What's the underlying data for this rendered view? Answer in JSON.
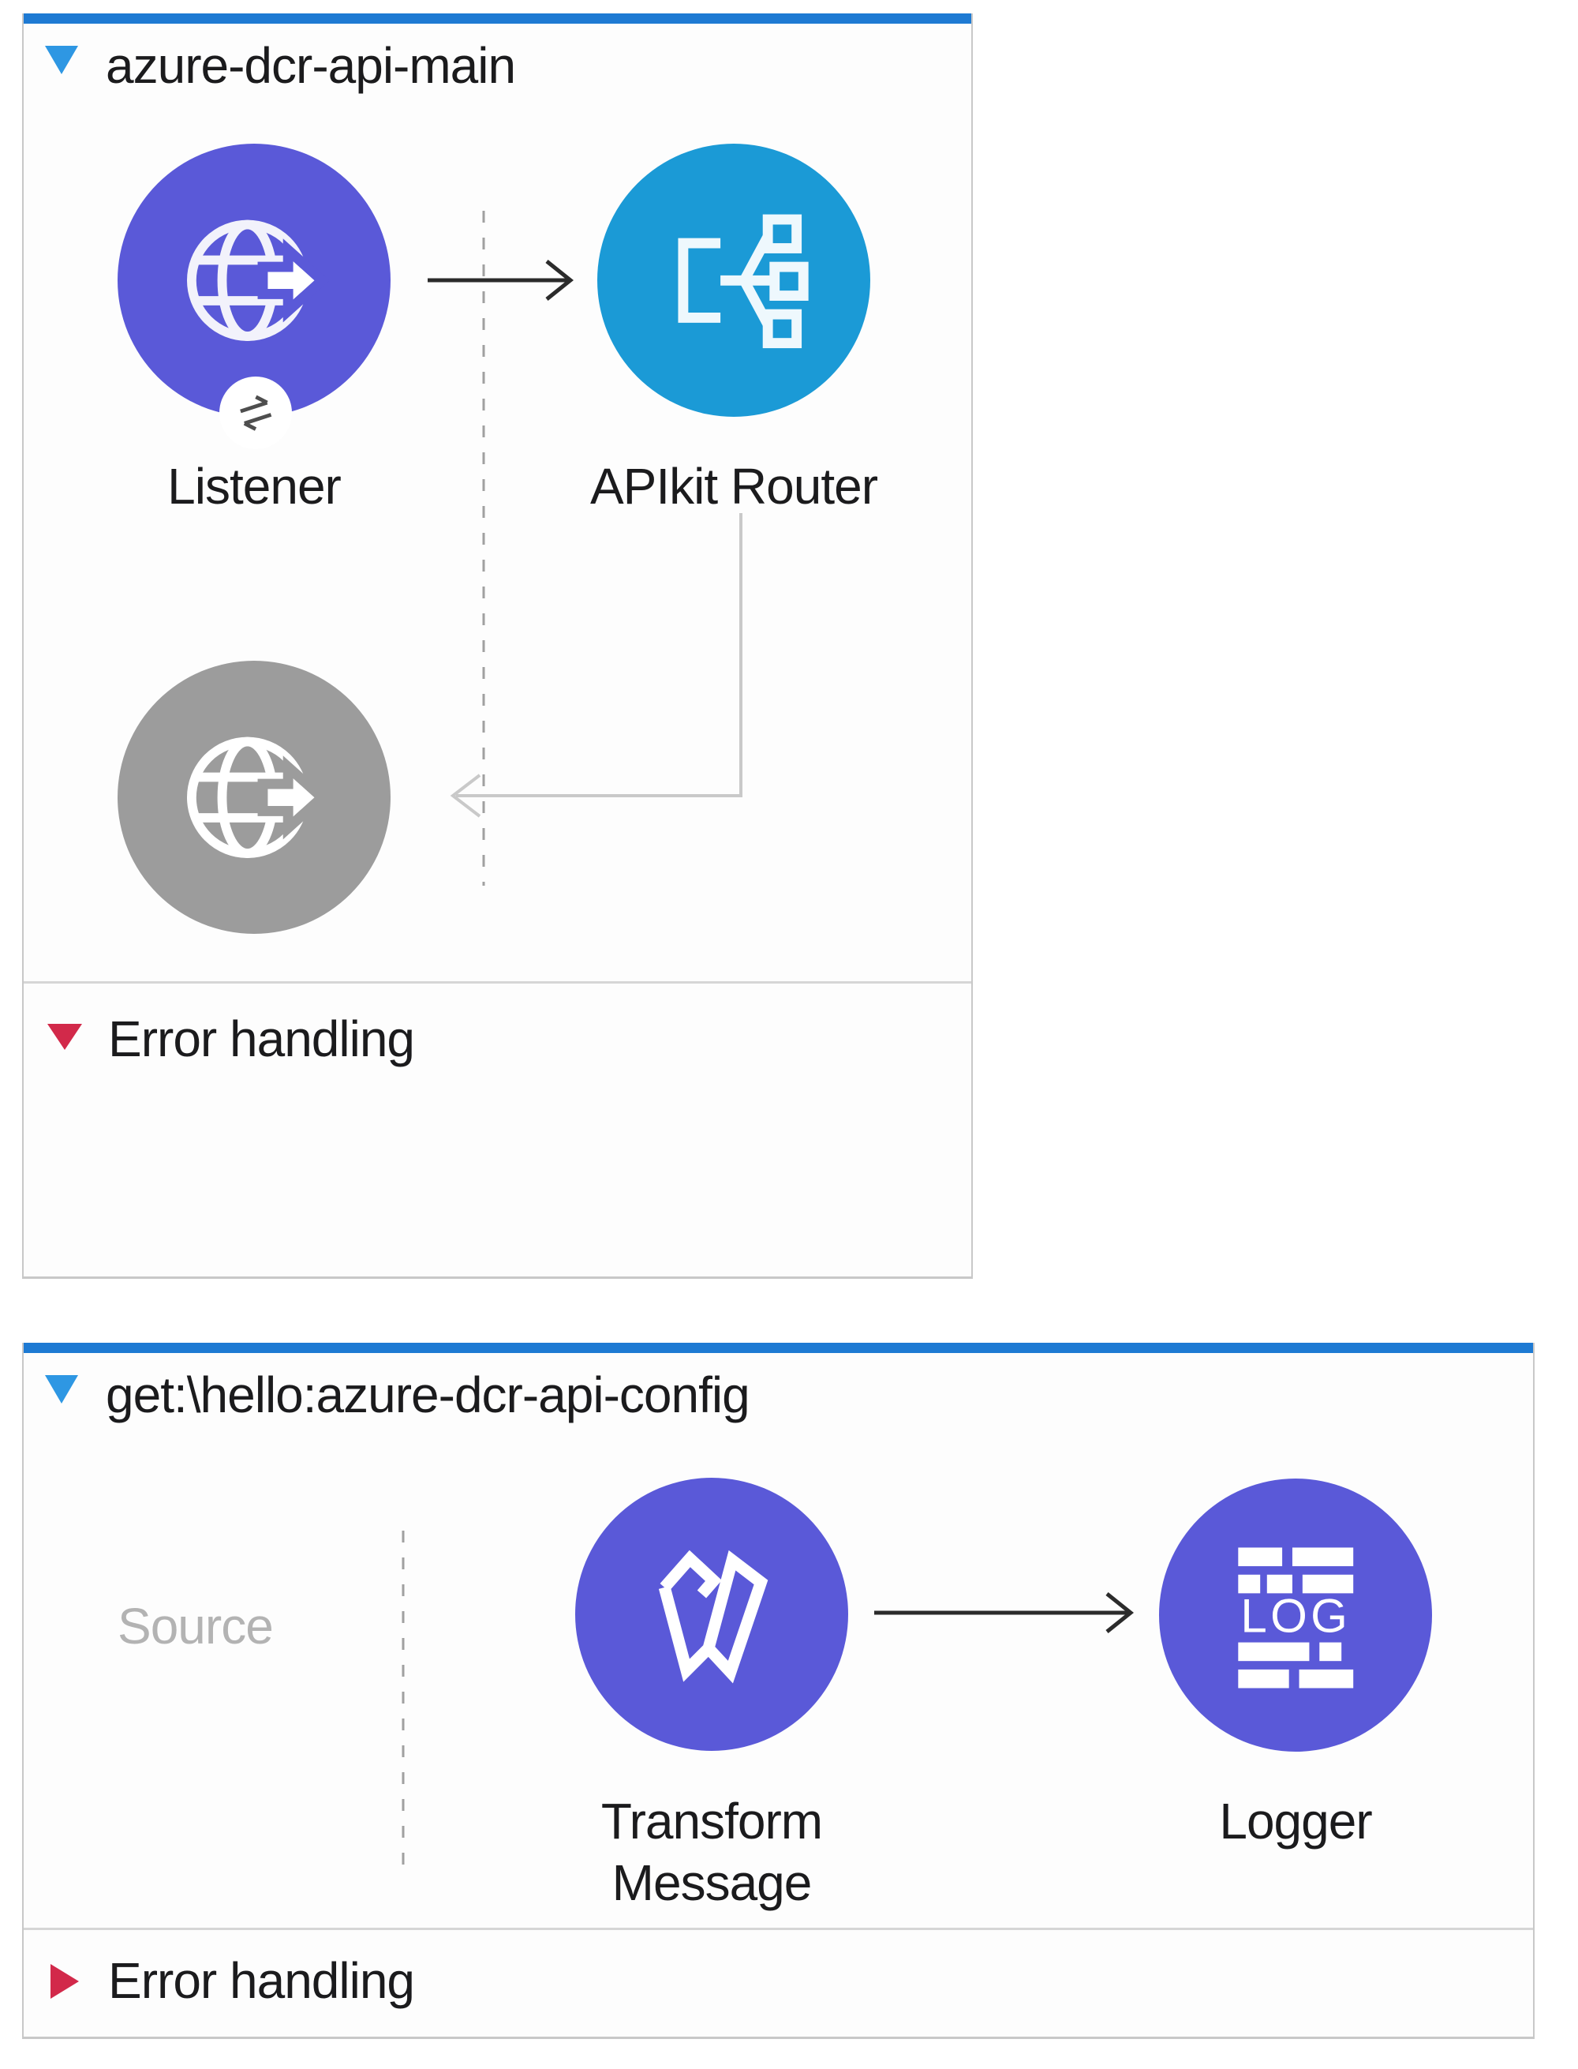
{
  "flows": [
    {
      "title": "azure-dcr-api-main",
      "error_label": "Error handling",
      "error_state": "expanded",
      "nodes": [
        {
          "label": "Listener",
          "type": "http-listener",
          "color": "#5a59d8"
        },
        {
          "label": "APIkit Router",
          "type": "apikit-router",
          "color": "#1b9ad6"
        },
        {
          "label": "",
          "type": "http-listener-response",
          "color": "#9c9c9c"
        }
      ]
    },
    {
      "title": "get:\\hello:azure-dcr-api-config",
      "source_label": "Source",
      "error_label": "Error handling",
      "error_state": "collapsed",
      "nodes": [
        {
          "label": "Transform Message",
          "type": "transform-message",
          "color": "#5a59d8"
        },
        {
          "label": "Logger",
          "type": "logger",
          "icon_text": "LOG",
          "color": "#5a59d8"
        }
      ]
    }
  ],
  "colors": {
    "purple": "#5a59d8",
    "teal": "#1b9ad6",
    "graynode": "#9c9c9c",
    "bluebar": "#1e7ad3",
    "bluetri": "#2e97e3",
    "red": "#d2294a",
    "ink": "#1b1b1d",
    "muted": "#b3b3b3",
    "border": "#c8c8c8"
  }
}
